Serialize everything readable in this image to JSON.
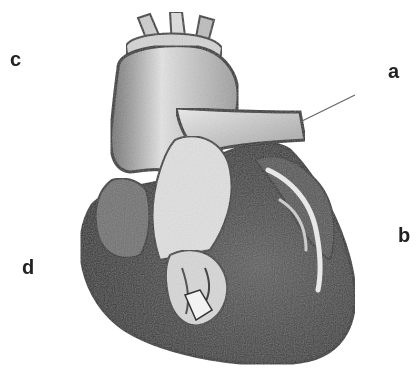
{
  "labels": {
    "a": "a",
    "b": "b",
    "c": "c",
    "d": "d"
  },
  "colors": {
    "ink": "#111111",
    "shadow": "#3a3a3a",
    "mid": "#8a8a8a",
    "light": "#d8d8d8",
    "paper": "#ffffff"
  }
}
